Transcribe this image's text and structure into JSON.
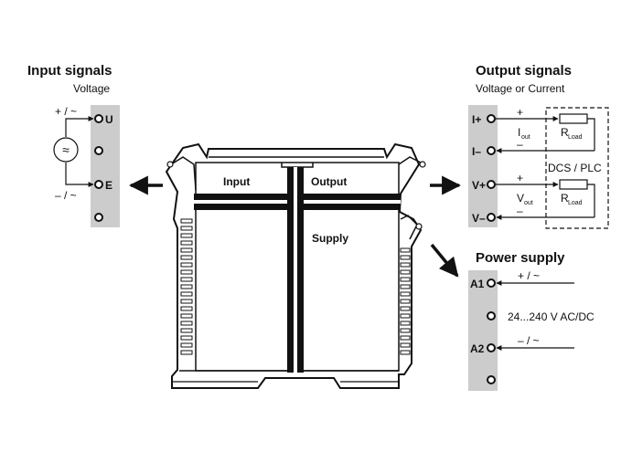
{
  "input": {
    "title": "Input signals",
    "subtitle": "Voltage",
    "terminals": [
      "U",
      "E"
    ],
    "polarity_top": "+ / ~",
    "polarity_bottom": "– / ~",
    "source_symbol": "≈"
  },
  "device": {
    "input_label": "Input",
    "output_label": "Output",
    "supply_label": "Supply"
  },
  "output": {
    "title": "Output signals",
    "subtitle": "Voltage or Current",
    "terminals": [
      "I+",
      "I–",
      "V+",
      "V–"
    ],
    "plus": "+",
    "minus": "–",
    "i_out": "I",
    "v_out": "V",
    "out_sub": "out",
    "r": "R",
    "load_sub": "Load",
    "dcs_label": "DCS / PLC"
  },
  "power": {
    "title": "Power supply",
    "terminals": [
      "A1",
      "A2"
    ],
    "polarity_top": "+ / ~",
    "polarity_bottom": "– / ~",
    "voltage": "24...240 V AC/DC"
  },
  "colors": {
    "terminal_block": "#cccccc",
    "line": "#111111"
  }
}
